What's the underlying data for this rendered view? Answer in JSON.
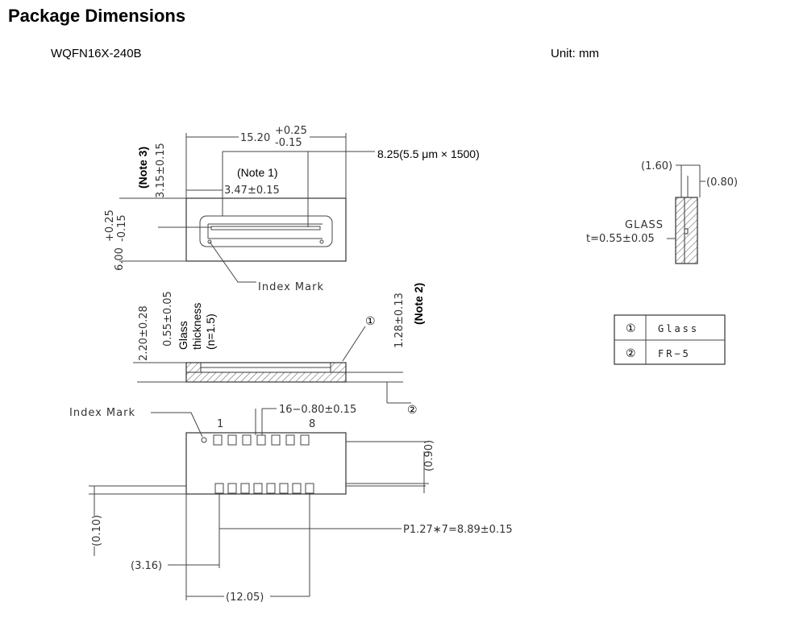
{
  "header": {
    "title": "Package Dimensions",
    "model": "WQFN16X-240B",
    "unit": "Unit: mm"
  },
  "top_view": {
    "width_dim": "15.20",
    "width_tol_plus": "+0.25",
    "width_tol_minus": "-0.15",
    "active_length": "8.25(5.5 μm × 1500)",
    "note1": "(Note  1)",
    "offset_dim": "3.47±0.15",
    "note3": "(Note 3)",
    "offset_v_dim": "3.15±0.15",
    "height_dim": "6.00",
    "height_tol_plus": "+0.25",
    "height_tol_minus": "-0.15",
    "index_mark": "Index Mark"
  },
  "side_view": {
    "total_height": "2.20±0.28",
    "glass_dim": "0.55±0.05",
    "glass_label_1": "Glass",
    "glass_label_2": "thickness",
    "glass_label_3": "(n=1.5)",
    "chip_height": "1.28±0.13",
    "note2": "(Note 2)",
    "marker_1": "①",
    "marker_2": "②"
  },
  "bottom_view": {
    "index_mark": "Index Mark",
    "pad_dim": "16−0.80±0.15",
    "pin_1": "1",
    "pin_8": "8",
    "pad_space": "(0.90)",
    "offset_bottom": "(0.10)",
    "pitch": "P1.27∗7=8.89±0.15",
    "left_offset": "(3.16)",
    "span": "(12.05)"
  },
  "section_view": {
    "width": "(1.60)",
    "gap": "(0.80)",
    "glass": "GLASS",
    "thickness": "t=0.55±0.05"
  },
  "materials_table": {
    "rows": [
      {
        "no": "①",
        "material": "Glass"
      },
      {
        "no": "②",
        "material": "FR−5"
      }
    ]
  }
}
